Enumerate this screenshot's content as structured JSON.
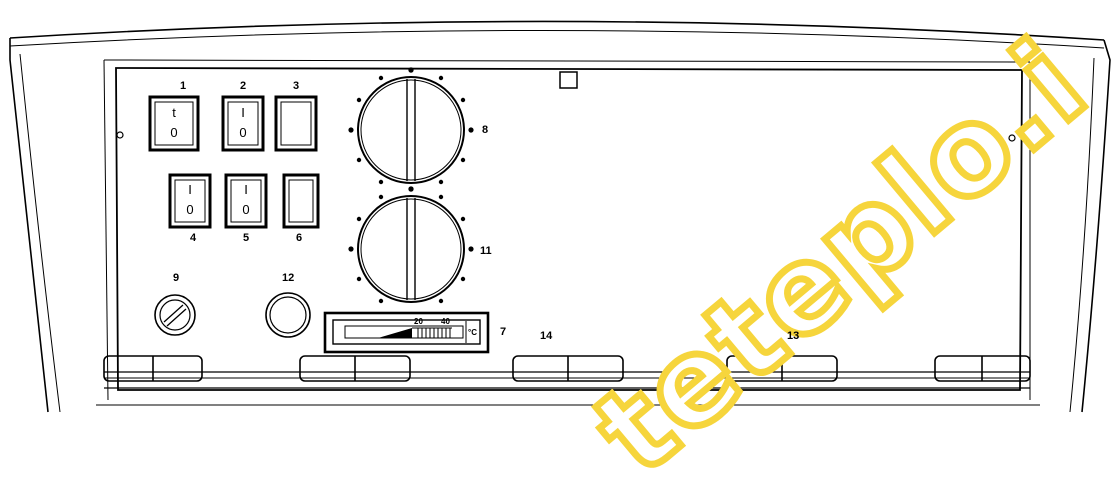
{
  "callouts": {
    "c1": "1",
    "c2": "2",
    "c3": "3",
    "c4": "4",
    "c5": "5",
    "c6": "6",
    "c7": "7",
    "c8": "8",
    "c9": "9",
    "c11": "11",
    "c12": "12",
    "c13": "13",
    "c14": "14"
  },
  "switches": {
    "on_mark": "I",
    "off_mark": "0",
    "sw1_on_mark": "t"
  },
  "thermometer": {
    "tick_20": "20",
    "tick_40": "40",
    "unit": "°C"
  },
  "watermark": {
    "text": "teteplo.i"
  },
  "colors": {
    "line": "#000000",
    "watermark_fill": "#ffffff",
    "watermark_outline": "#f6d53c"
  }
}
